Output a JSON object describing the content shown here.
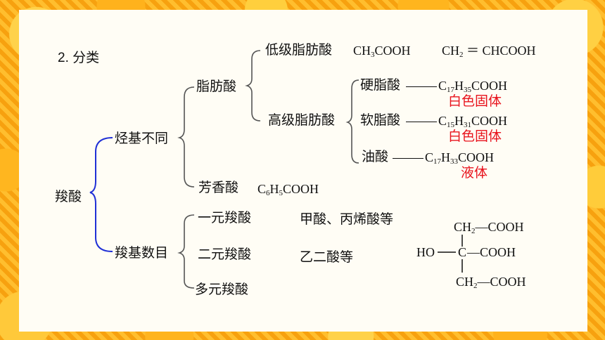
{
  "section_title": "2. 分类",
  "root": "羧酸",
  "branch1": {
    "label": "烃基不同",
    "fatty": {
      "label": "脂肪酸",
      "low": {
        "label": "低级脂肪酸",
        "formula1": "CH3COOH",
        "formula2": "CH2＝CHCOOH"
      },
      "high": {
        "label": "高级脂肪酸",
        "items": [
          {
            "name": "硬脂酸",
            "formula": "C17H35COOH",
            "state": "白色固体"
          },
          {
            "name": "软脂酸",
            "formula": "C15H31COOH",
            "state": "白色固体"
          },
          {
            "name": "油酸",
            "formula": "C17H33COOH",
            "state": "液体"
          }
        ]
      }
    },
    "aromatic": {
      "label": "芳香酸",
      "formula": "C6H5COOH"
    }
  },
  "branch2": {
    "label": "羧基数目",
    "mono": {
      "label": "一元羧酸",
      "examples": "甲酸、丙烯酸等"
    },
    "di": {
      "label": "二元羧酸",
      "examples": "乙二酸等"
    },
    "poly": {
      "label": "多元羧酸"
    }
  },
  "citric_acid": {
    "top": "CH2—COOH",
    "ho": "HO",
    "middle_c": "C",
    "middle_right": "—COOH",
    "bottom": "CH2—COOH"
  },
  "colors": {
    "accent_blue": "#1f2fd6",
    "state_red": "#e8121c"
  }
}
